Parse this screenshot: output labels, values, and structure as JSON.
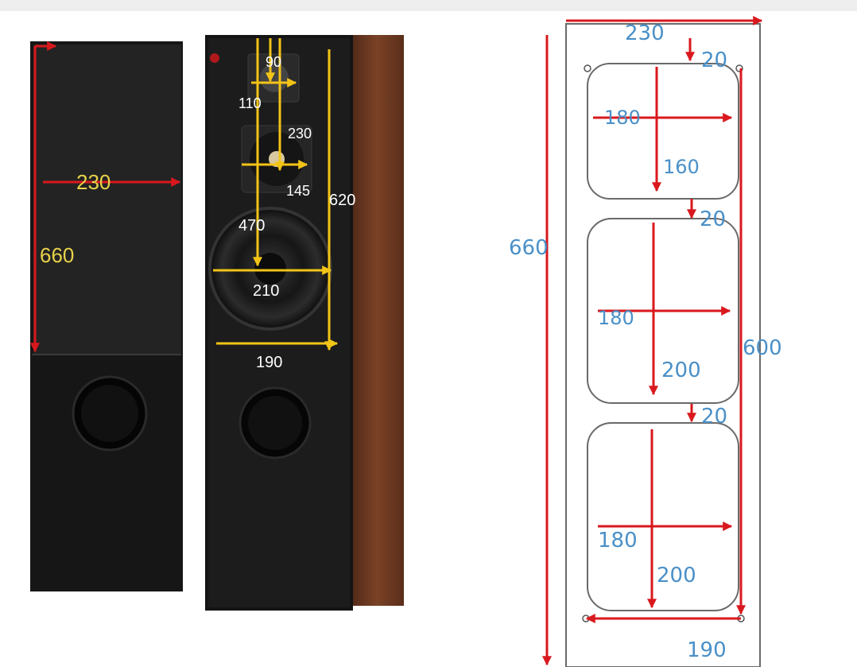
{
  "photo": {
    "grille_speaker": {
      "width_label": "230",
      "height_label": "660"
    },
    "open_speaker": {
      "tweeter_width_label": "90",
      "tweeter_height_label": "110",
      "midrange_label": "230",
      "midrange_size_label": "145",
      "woofer_offset_label": "470",
      "woofer_size_label": "210",
      "internal_height_label": "620",
      "internal_width_label": "190"
    }
  },
  "drawing": {
    "outer_width_label": "230",
    "outer_height_label": "660",
    "inner_height_label": "600",
    "inner_width_label": "190",
    "gaps": [
      "20",
      "20",
      "20"
    ],
    "panels": [
      {
        "width_label": "180",
        "height_label": "160"
      },
      {
        "width_label": "180",
        "height_label": "200"
      },
      {
        "width_label": "180",
        "height_label": "200"
      }
    ]
  },
  "colors": {
    "yellow_label": "#e8d24a",
    "blue_label": "#4a90c8",
    "red_arrow": "#d9181e",
    "yellow_arrow": "#f2c416",
    "wood": "#6b3a22"
  }
}
